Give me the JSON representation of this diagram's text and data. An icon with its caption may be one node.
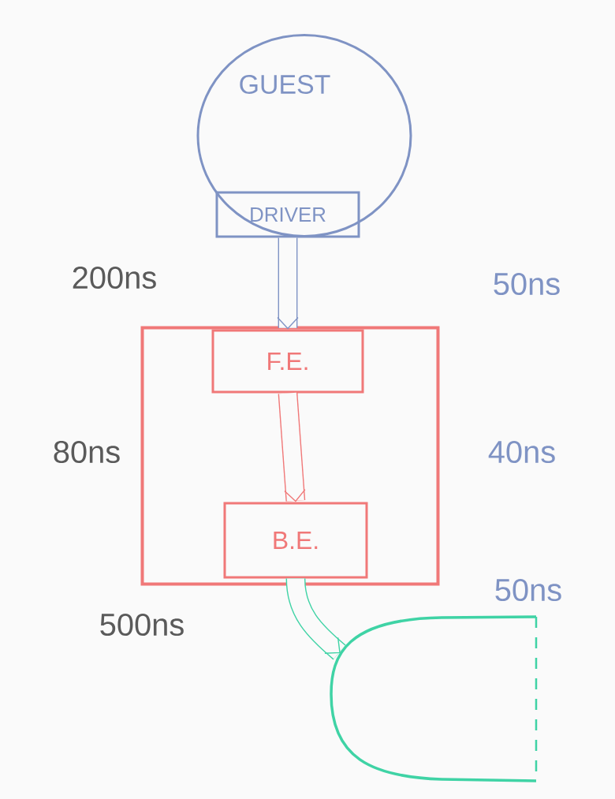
{
  "diagram": {
    "nodes": [
      {
        "text": [
          "GUEST"
        ]
      },
      {
        "text": [
          "DRIVER"
        ],
        "in": 0
      },
      {
        "text": [],
        "shape": "box"
      },
      {
        "text": [
          "F.E."
        ],
        "in": 2
      },
      {
        "text": [
          "B.E."
        ],
        "in": 2
      },
      {
        "text": [],
        "shape": "box"
      }
    ],
    "edges": [
      {
        "from": 1,
        "to": 3,
        "arrow": "to",
        "color": "#7f93c4"
      },
      {
        "from": 3,
        "to": 4,
        "arrow": "to",
        "color": "#f07878"
      },
      {
        "from": 4,
        "to": 5,
        "arrow": "to",
        "color": "#3fd3a5"
      }
    ],
    "labels": [
      "200ns",
      "50ns",
      "80ns",
      "40ns",
      "50ns",
      "500ns"
    ]
  }
}
